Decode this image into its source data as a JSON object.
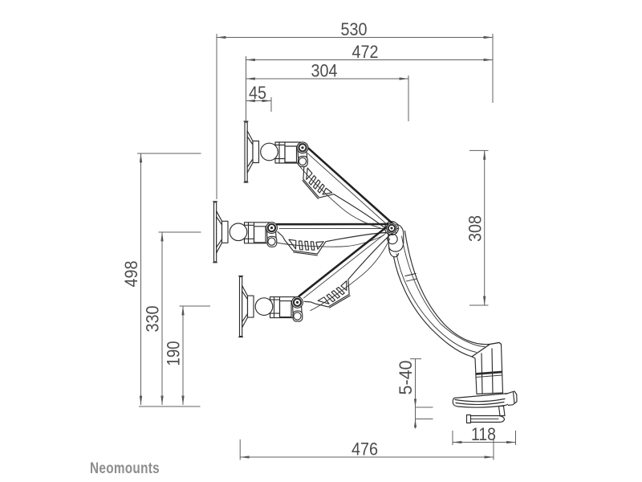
{
  "brand": {
    "wordmark": "Neomounts"
  },
  "diagram": {
    "type": "technical-dimension-drawing",
    "description": "Side view of a gas-spring desk monitor arm shown in three height positions with a desk clamp",
    "background": "#ffffff"
  },
  "dims": {
    "top_width_outer": {
      "label": "530"
    },
    "top_width_inner": {
      "label": "472"
    },
    "top_arm_length": {
      "label": "304"
    },
    "head_offset": {
      "label": "45"
    },
    "height_max": {
      "label": "498"
    },
    "height_mid": {
      "label": "330"
    },
    "height_min": {
      "label": "190"
    },
    "height_range": {
      "label": "308"
    },
    "desk_thickness": {
      "label": "5-40"
    },
    "base_depth": {
      "label": "476"
    },
    "clamp_width": {
      "label": "118"
    }
  },
  "colors": {
    "drawing_line": "#2d2d2d",
    "dimension_line": "#606060",
    "dimension_text": "#4c4c4c",
    "brand_text": "#8d8d8d"
  }
}
